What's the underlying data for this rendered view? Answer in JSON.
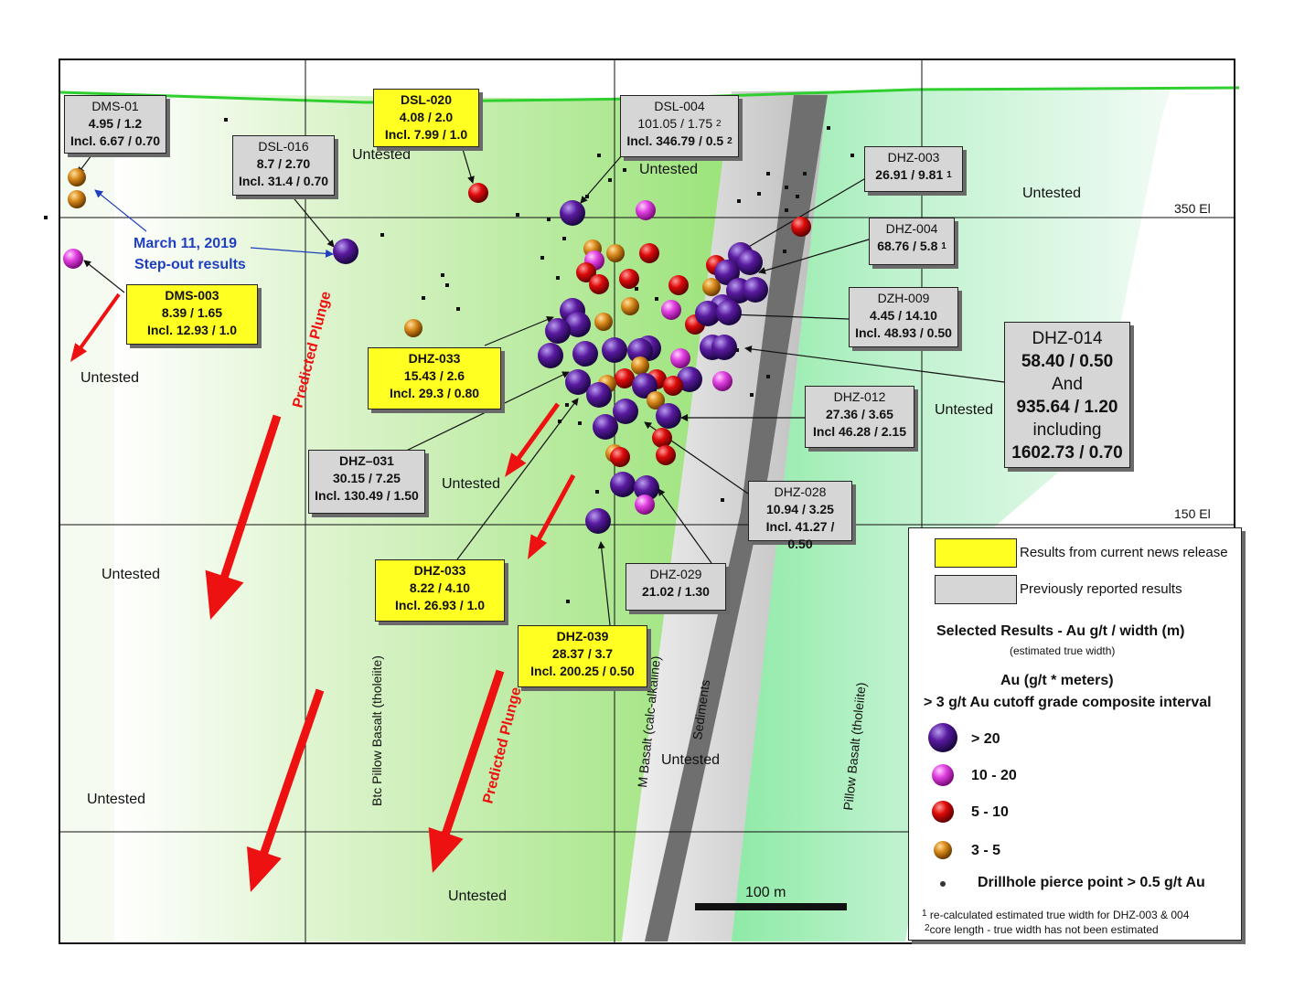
{
  "elevations": [
    "350 El",
    "150 El"
  ],
  "scale_bar": "100 m",
  "stepout": {
    "line1": "March 11, 2019",
    "line2": "Step-out results"
  },
  "plunge_labels": [
    "Predicted Plunge",
    "Predicted Plunge"
  ],
  "untested_label": "Untested",
  "lithology": {
    "btc": "Btc Pillow Basalt (tholeiite)",
    "mbasalt": "M  Basalt (calc-alkaline)",
    "sediments": "Sediments",
    "pillow": "Pillow Basalt (tholeiite)"
  },
  "boxes": [
    {
      "id": "DMS-01",
      "type": "prev",
      "lines": [
        "4.95 / 1.2",
        "Incl. 6.67 / 0.70"
      ]
    },
    {
      "id": "DSL-016",
      "type": "prev",
      "lines": [
        "8.7  / 2.70",
        "Incl. 31.4 / 0.70"
      ]
    },
    {
      "id": "DSL-020",
      "type": "cur",
      "lines": [
        "4.08 / 2.0",
        "Incl. 7.99 / 1.0"
      ]
    },
    {
      "id": "DSL-004",
      "type": "prev",
      "lines": [
        "101.05 / 1.75",
        "Incl. 346.79 / 0.5"
      ],
      "sup": [
        "2",
        "2"
      ]
    },
    {
      "id": "DHZ-003",
      "type": "prev",
      "lines": [
        "26.91 / 9.81"
      ],
      "sup": [
        "1"
      ]
    },
    {
      "id": "DHZ-004",
      "type": "prev",
      "lines": [
        "68.76 / 5.8"
      ],
      "sup": [
        "1"
      ]
    },
    {
      "id": "DZH-009",
      "type": "prev",
      "lines": [
        "4.45 / 14.10",
        "Incl. 48.93 / 0.50"
      ]
    },
    {
      "id": "DMS-003",
      "type": "cur",
      "lines": [
        "8.39 / 1.65",
        "Incl. 12.93 / 1.0"
      ]
    },
    {
      "id": "DHZ-033",
      "type": "cur",
      "lines": [
        "15.43 / 2.6",
        "Incl. 29.3 / 0.80"
      ]
    },
    {
      "id": "DHZ-012",
      "type": "prev",
      "lines": [
        "27.36 / 3.65",
        "Incl 46.28 / 2.15"
      ]
    },
    {
      "id": "DHZ–031",
      "type": "prev",
      "lines": [
        "30.15 / 7.25",
        "Incl. 130.49 / 1.50"
      ]
    },
    {
      "id": "DHZ-028",
      "type": "prev",
      "lines": [
        "10.94 / 3.25",
        "Incl. 41.27 / 0.50"
      ]
    },
    {
      "id": "DHZ-033",
      "type": "cur",
      "lines": [
        "8.22 / 4.10",
        "Incl. 26.93 / 1.0"
      ]
    },
    {
      "id": "DHZ-029",
      "type": "prev",
      "lines": [
        "21.02 / 1.30"
      ]
    },
    {
      "id": "DHZ-039",
      "type": "cur",
      "lines": [
        "28.37 / 3.7",
        "Incl. 200.25 / 0.50"
      ]
    }
  ],
  "dhz014": {
    "id": "DHZ-014",
    "lines": [
      "58.40 / 0.50",
      "And",
      "935.64 / 1.20",
      "including",
      "1602.73 / 0.70"
    ]
  },
  "legend": {
    "current": "Results from current news release",
    "previous": "Previously reported results",
    "title": "Selected Results - Au g/t / width (m)",
    "subtitle": "(estimated true width)",
    "au_title1": "Au (g/t  * meters)",
    "au_title2": "> 3 g/t Au cutoff grade composite interval",
    "classes": [
      "> 20",
      "10 - 20",
      "5 - 10",
      "3 - 5"
    ],
    "pierce": "Drillhole pierce point > 0.5 g/t Au",
    "note1": "re-calculated estimated true width for DHZ-003 & 004",
    "note2": "core length - true width has not been estimated",
    "note1_sup": "1",
    "note2_sup": "2"
  },
  "colors": {
    "current_fill": "#ffff22",
    "previous_fill": "#d6d6d6",
    "class_gt20": "#5a1aa0",
    "class_10_20": "#e040e0",
    "class_5_10": "#dd0a0a",
    "class_3_5": "#d98a1c",
    "arrow": "#ee1111",
    "stepout_text": "#1f3fbf"
  }
}
